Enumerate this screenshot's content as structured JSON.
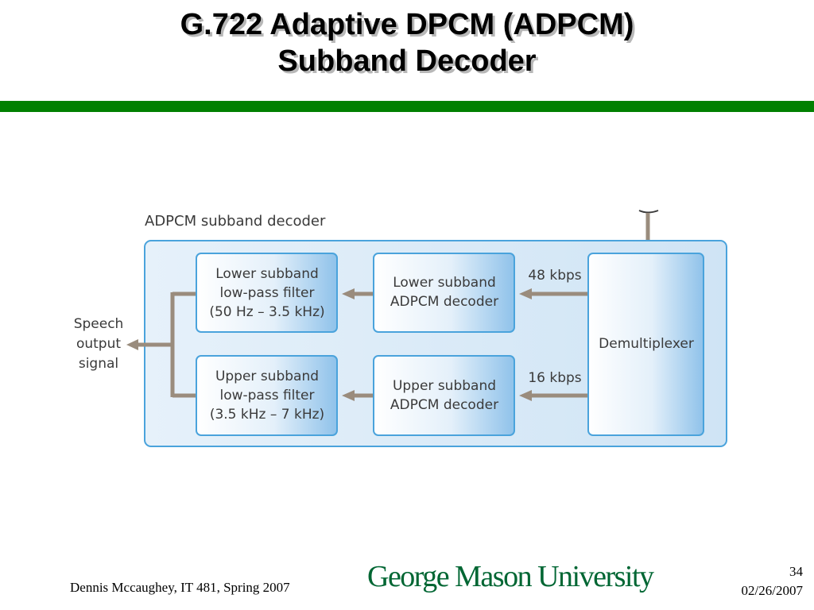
{
  "slide": {
    "title_line1": "G.722 Adaptive DPCM (ADPCM)",
    "title_line2": "Subband Decoder",
    "footer_author": "Dennis Mccaughey, IT 481, Spring 2007",
    "university": "George Mason University",
    "slide_number": "34",
    "date": "02/26/2007"
  },
  "diagram": {
    "caption": "ADPCM subband decoder",
    "lower_filter": [
      "Lower subband",
      "low-pass filter",
      "(50 Hz – 3.5 kHz)"
    ],
    "upper_filter": [
      "Upper subband",
      "low-pass filter",
      "(3.5 kHz – 7 kHz)"
    ],
    "lower_decoder": [
      "Lower subband",
      "ADPCM decoder"
    ],
    "upper_decoder": [
      "Upper subband",
      "ADPCM decoder"
    ],
    "demultiplexer": "Demultiplexer",
    "lower_rate": "48 kbps",
    "upper_rate": "16 kbps",
    "output": [
      "Speech",
      "output",
      "signal"
    ],
    "colors": {
      "panel_fill": "#d8eaf7",
      "box_border": "#4aa3dc",
      "arrow": "#9a8c7d",
      "title_rule": "#008000",
      "logo": "#006633"
    }
  }
}
